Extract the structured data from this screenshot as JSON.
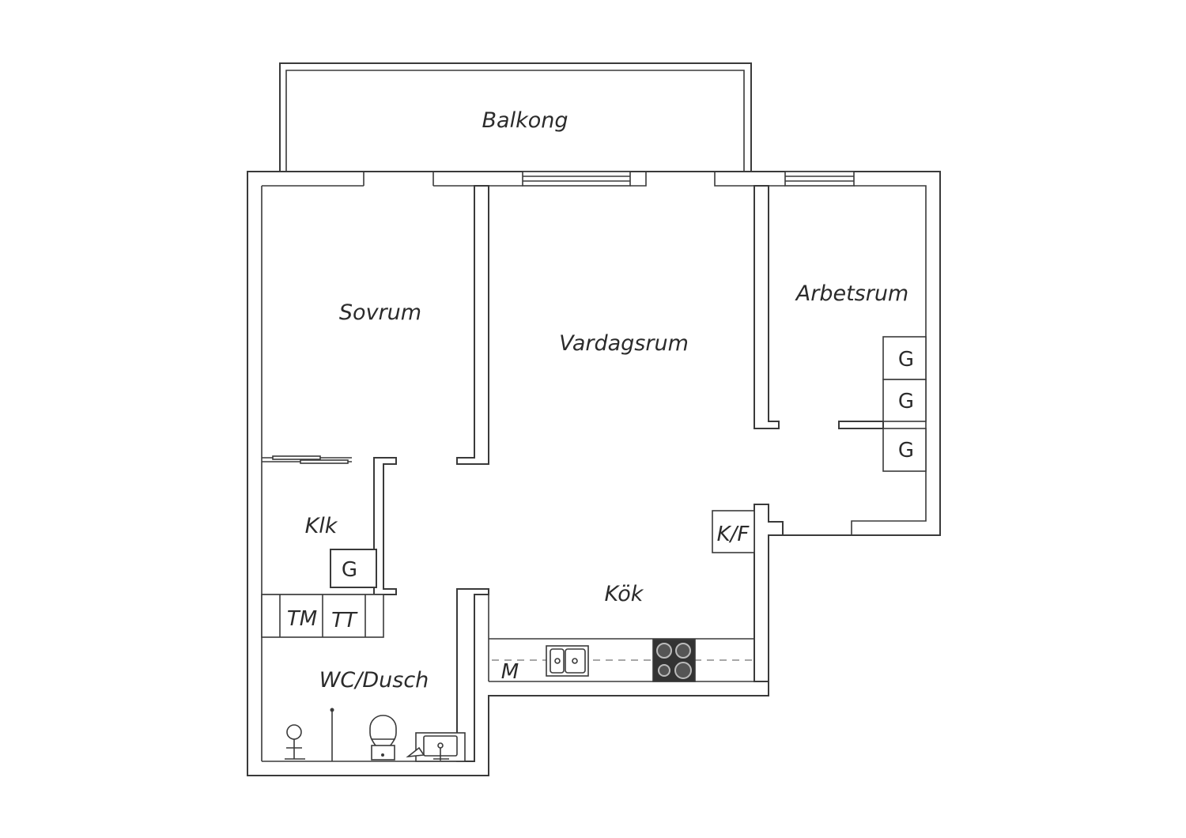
{
  "rooms": {
    "balcony": "Balkong",
    "bedroom": "Sovrum",
    "living_room": "Vardagsrum",
    "study": "Arbetsrum",
    "closet": "Klk",
    "kitchen": "Kök",
    "bathroom": "WC/Dusch"
  },
  "fixtures": {
    "wardrobe": "G",
    "washing_machine": "TM",
    "tumble_dryer": "TT",
    "fridge_freezer": "K/F",
    "microwave": "M"
  },
  "colors": {
    "wall": "#3a3a3a",
    "background": "#ffffff",
    "stove": "#333333"
  }
}
